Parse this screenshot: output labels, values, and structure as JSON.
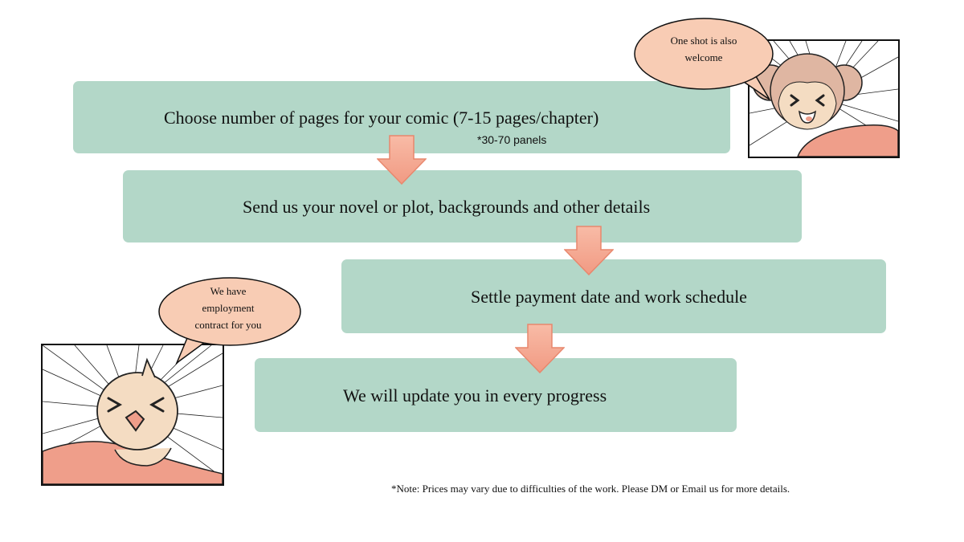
{
  "steps": [
    {
      "text": "Choose number of pages for your comic (7-15 pages/chapter)",
      "note": "*30-70 panels"
    },
    {
      "text": "Send us your novel or plot, backgrounds and other details"
    },
    {
      "text": "Settle payment date and work schedule"
    },
    {
      "text": "We will update you in every progress"
    }
  ],
  "bubbles": {
    "top": {
      "line1": "One shot is also",
      "line2": "welcome"
    },
    "bottom": {
      "line1": "We have",
      "line2": "employment",
      "line3": "contract for you"
    }
  },
  "footnote": "*Note: Prices may vary due to difficulties of the work. Please DM or Email us for more details.",
  "colors": {
    "step_fill": "#b3d7c8",
    "arrow_fill": "#f4a892",
    "bubble_fill": "#f8ccb4",
    "skin": "#f4dcc2",
    "monkey_fur": "#dfb6a2",
    "shirt": "#ef9e8a"
  },
  "icons": [
    "down-arrow-icon",
    "monkey-character-icon",
    "bun-character-icon",
    "speech-bubble-icon"
  ]
}
